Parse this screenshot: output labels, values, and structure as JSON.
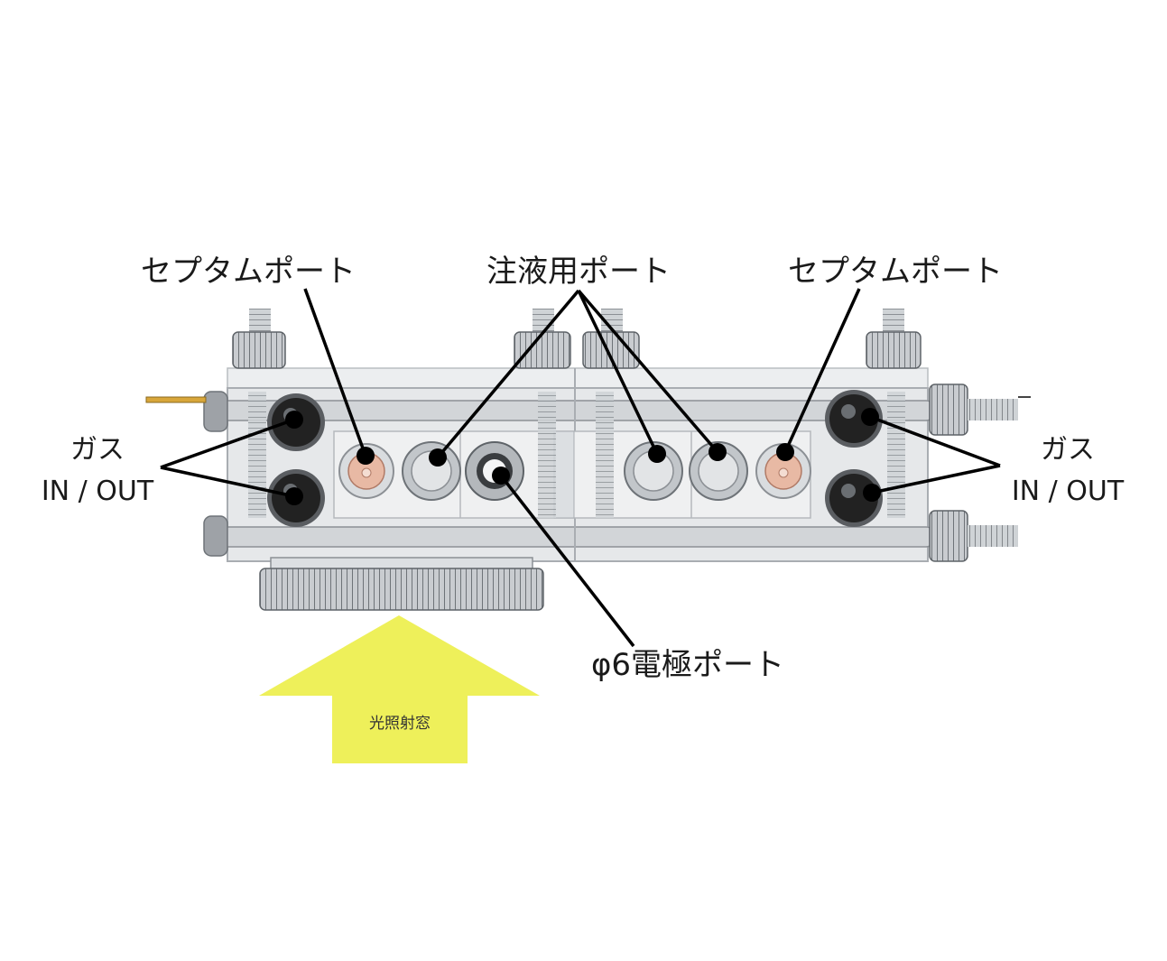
{
  "labels": {
    "septum_left": "セプタムポート",
    "injection": "注液用ポート",
    "septum_right": "セプタムポート",
    "gas_left_line1": "ガス",
    "gas_left_line2": "IN / OUT",
    "gas_right_line1": "ガス",
    "gas_right_line2": "IN / OUT",
    "electrode": "φ6電極ポート",
    "window": "光照射窓"
  },
  "colors": {
    "arrow": "#eef05a",
    "body": "#e4e6e8",
    "knob_dark": "#222222",
    "copper": "#e8b9a4"
  }
}
